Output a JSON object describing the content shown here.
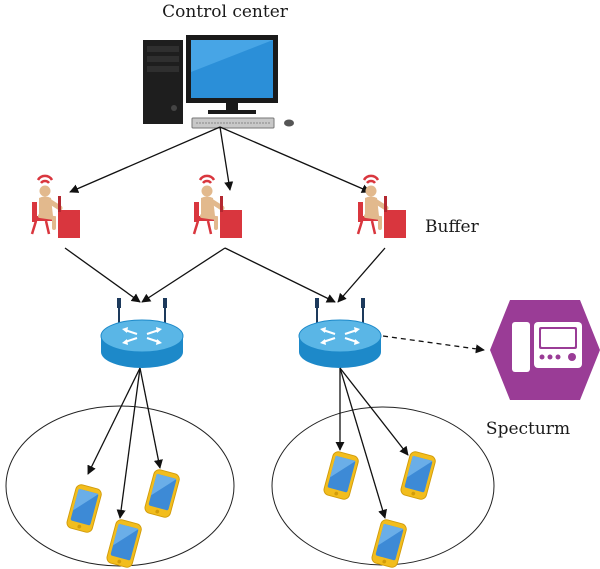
{
  "labels": {
    "control_center": "Control center",
    "buffer": "Buffer",
    "spectrum": "Specturm"
  },
  "icons": {
    "computer": "desktop-computer-icon",
    "operator": "operator-workstation-icon",
    "router": "wireless-router-icon",
    "phone": "smartphone-icon",
    "spectrum": "ip-phone-hexagon-icon"
  },
  "colors": {
    "router_blue": "#1d89c9",
    "router_top": "#5ab6e6",
    "operator_red": "#d9363e",
    "skin": "#e2b98d",
    "phone_gold": "#f2bd1d",
    "phone_screen": "#3d8ad6",
    "spectrum_purple": "#9a3c96",
    "line": "#111111"
  }
}
